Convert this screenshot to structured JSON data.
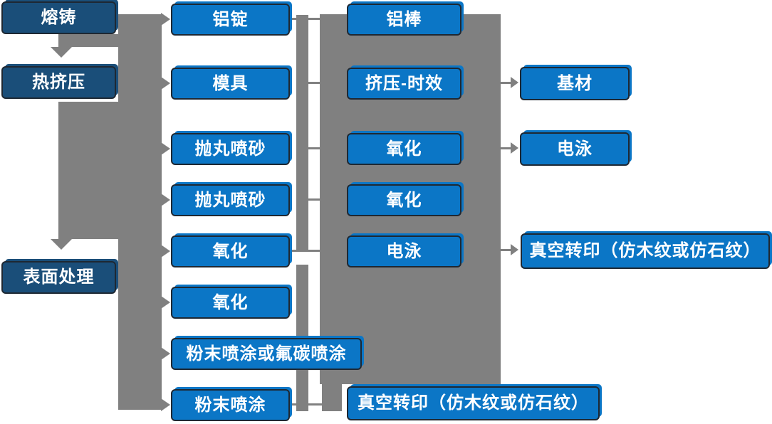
{
  "colors": {
    "dark_box": "#1A4E79",
    "bright_box": "#0B76C6",
    "connector": "#808080",
    "text": "#FFFFFF"
  },
  "nodes": [
    {
      "id": "rongzhu",
      "label": "熔铸",
      "column": 1,
      "style": "dark"
    },
    {
      "id": "rejiya",
      "label": "热挤压",
      "column": 1,
      "style": "dark"
    },
    {
      "id": "biaomianchuli",
      "label": "表面处理",
      "column": 1,
      "style": "dark"
    },
    {
      "id": "lvding",
      "label": "铝锭",
      "column": 2,
      "style": "bright"
    },
    {
      "id": "muju",
      "label": "模具",
      "column": 2,
      "style": "bright"
    },
    {
      "id": "paowan1",
      "label": "抛丸喷砂",
      "column": 2,
      "style": "bright"
    },
    {
      "id": "paowan2",
      "label": "抛丸喷砂",
      "column": 2,
      "style": "bright"
    },
    {
      "id": "yanghua1",
      "label": "氧化",
      "column": 2,
      "style": "bright"
    },
    {
      "id": "yanghua2",
      "label": "氧化",
      "column": 2,
      "style": "bright"
    },
    {
      "id": "fenmo-futan",
      "label": "粉末喷涂或氟碳喷涂",
      "column": 2,
      "style": "bright"
    },
    {
      "id": "fenmo",
      "label": "粉末喷涂",
      "column": 2,
      "style": "bright"
    },
    {
      "id": "lvbang",
      "label": "铝棒",
      "column": 3,
      "style": "bright"
    },
    {
      "id": "jiya-shixiao",
      "label": "挤压-时效",
      "column": 3,
      "style": "bright"
    },
    {
      "id": "yanghua3",
      "label": "氧化",
      "column": 3,
      "style": "bright"
    },
    {
      "id": "yanghua4",
      "label": "氧化",
      "column": 3,
      "style": "bright"
    },
    {
      "id": "dianyong1",
      "label": "电泳",
      "column": 3,
      "style": "bright"
    },
    {
      "id": "zhenkong1",
      "label": "真空转印（仿木纹或仿石纹）",
      "column": 3,
      "style": "bright"
    },
    {
      "id": "jicai",
      "label": "基材",
      "column": 4,
      "style": "bright"
    },
    {
      "id": "dianyong2",
      "label": "电泳",
      "column": 4,
      "style": "bright"
    },
    {
      "id": "zhenkong2",
      "label": "真空转印（仿木纹或仿石纹）",
      "column": 4,
      "style": "bright"
    }
  ]
}
